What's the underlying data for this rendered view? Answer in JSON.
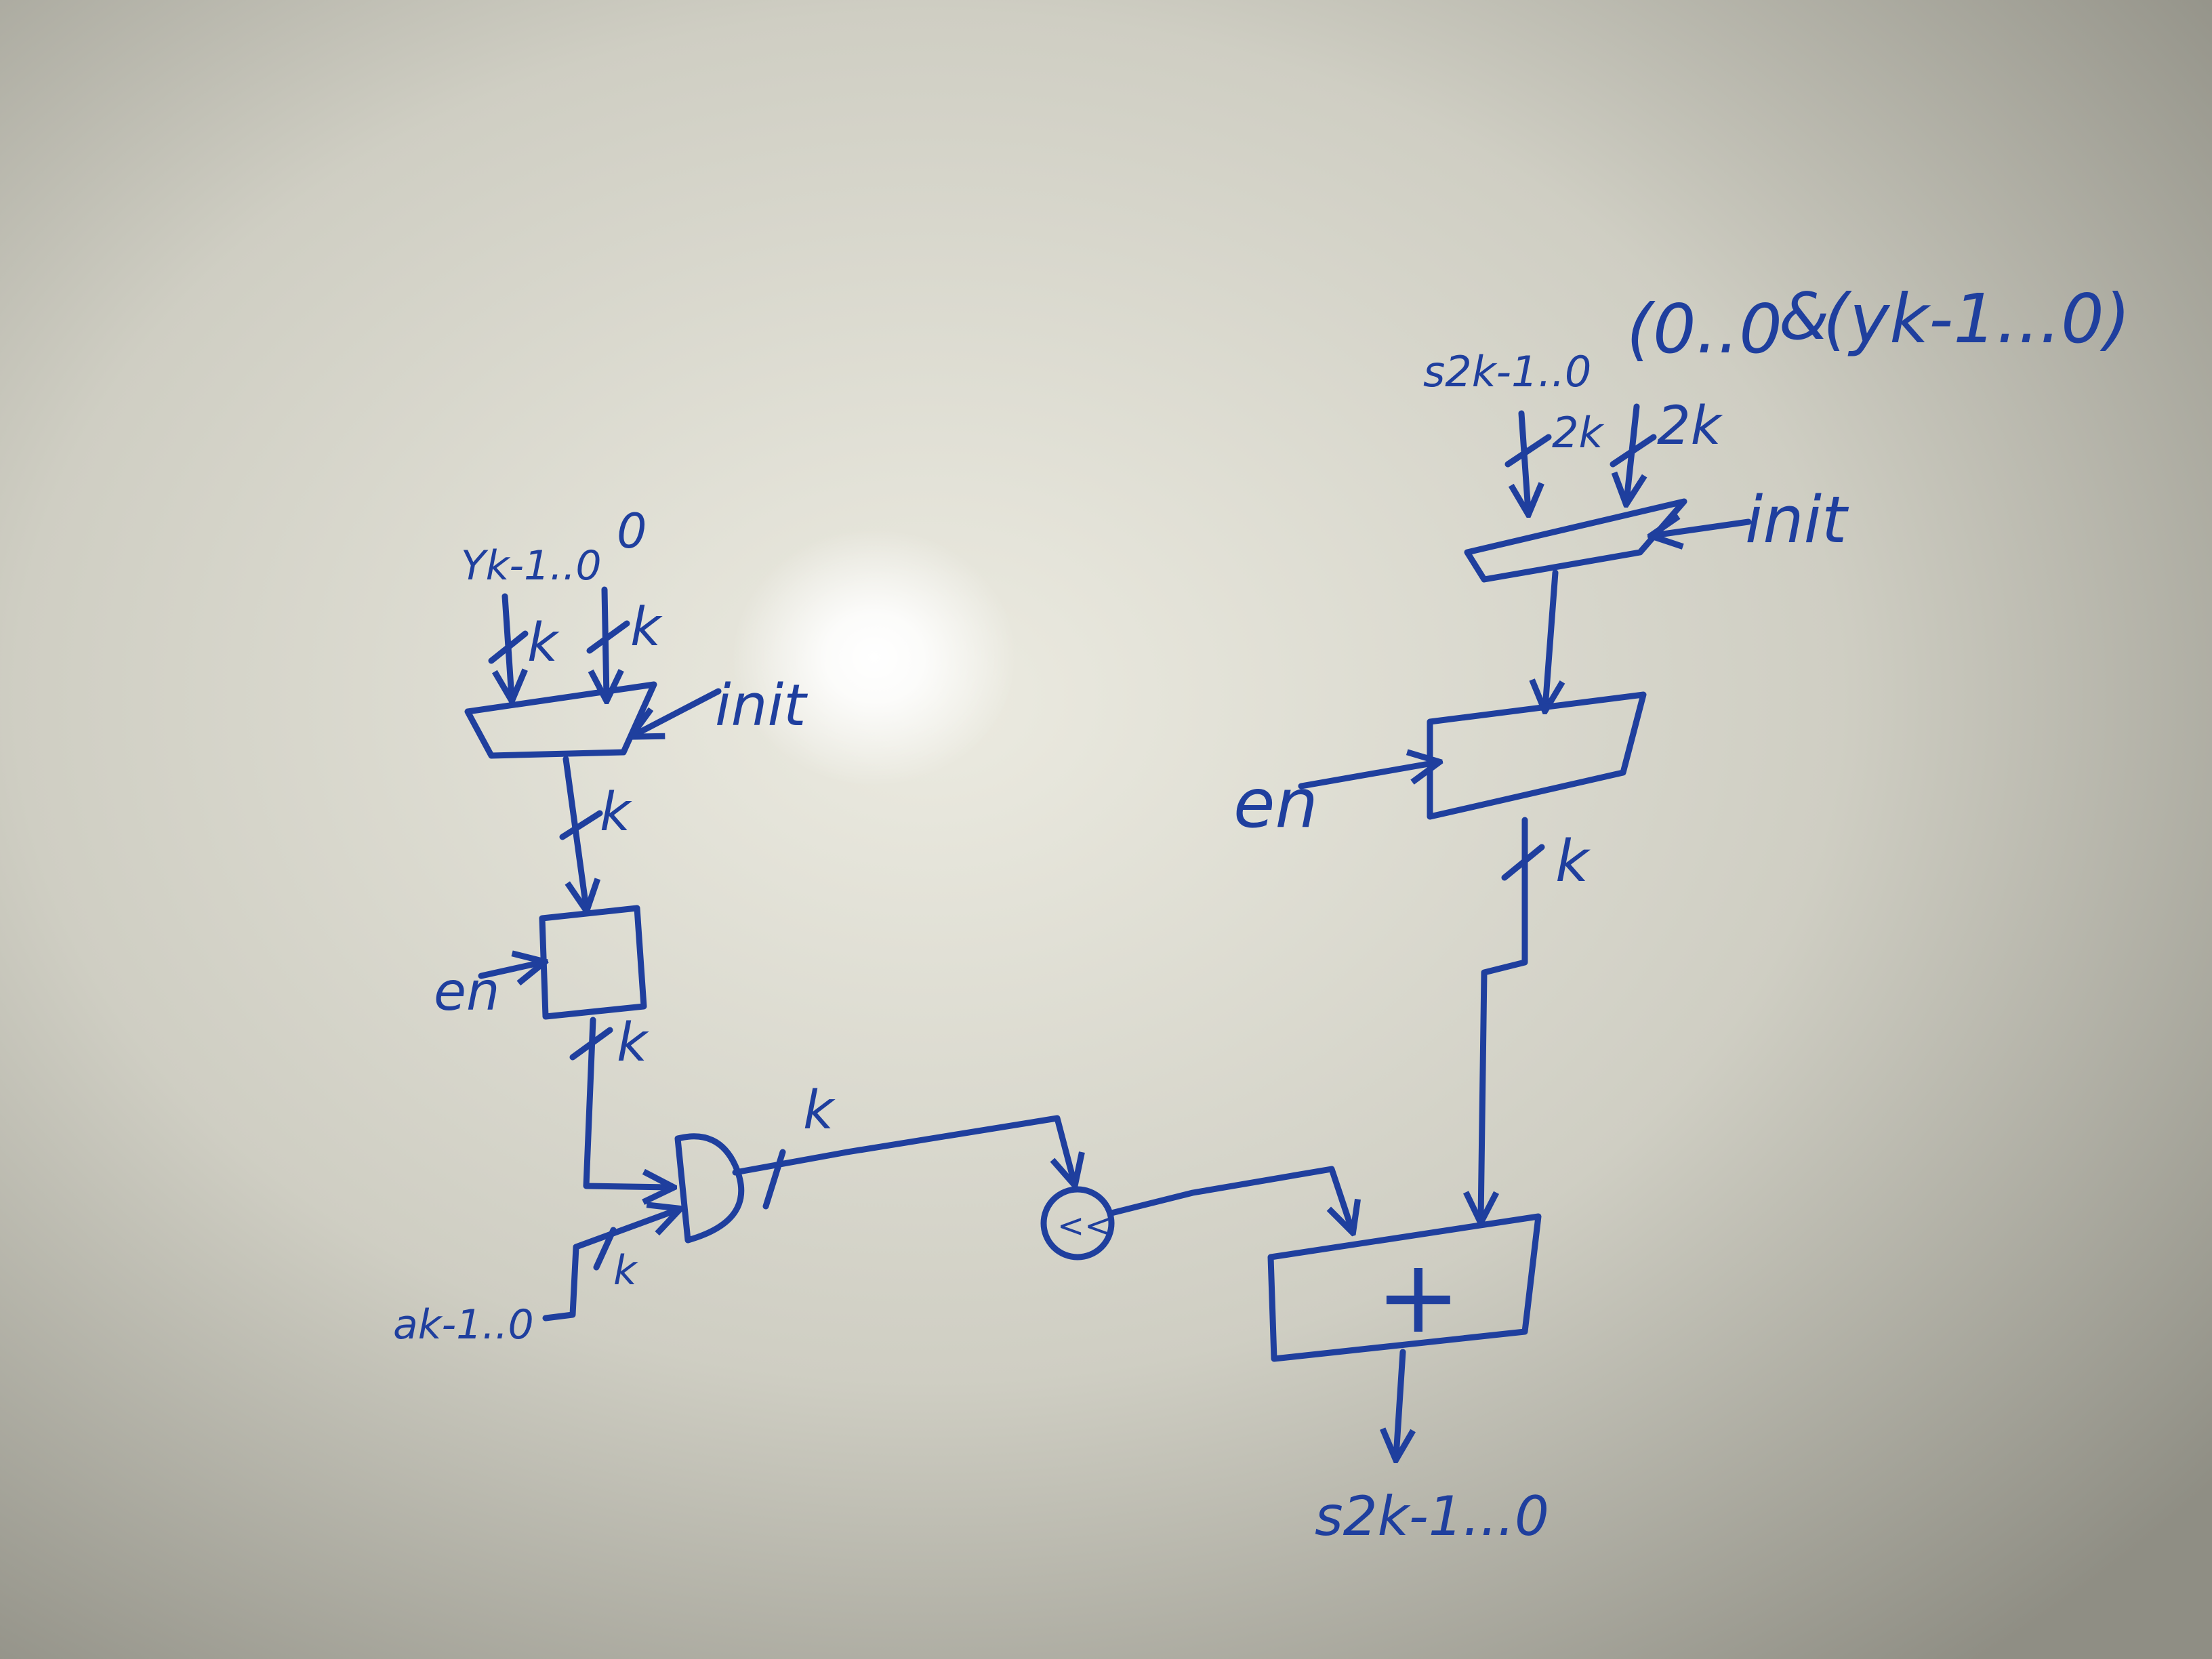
{
  "colors": {
    "ink": "#1f3f9e",
    "board_light": "#ecebe1",
    "board_mid": "#cfcec3",
    "board_dark": "#8f8e84",
    "glare": "#ffffff"
  },
  "labels": {
    "y_input": "Yk-1..0",
    "y_const": "0",
    "width_k": "k",
    "init_left": "init",
    "en_left": "en",
    "a_input": "ak-1..0",
    "and_out_width": "k",
    "shift_op": "<<",
    "s_feedback": "s2k-1..0",
    "concat_expr": "(0..0",
    "concat_op": "&",
    "concat_expr2": "(yk-1...0)",
    "width_2k": "2k",
    "init_right": "init",
    "en_right": "en",
    "adder_op": "+",
    "s_output": "s2k-1...0"
  }
}
